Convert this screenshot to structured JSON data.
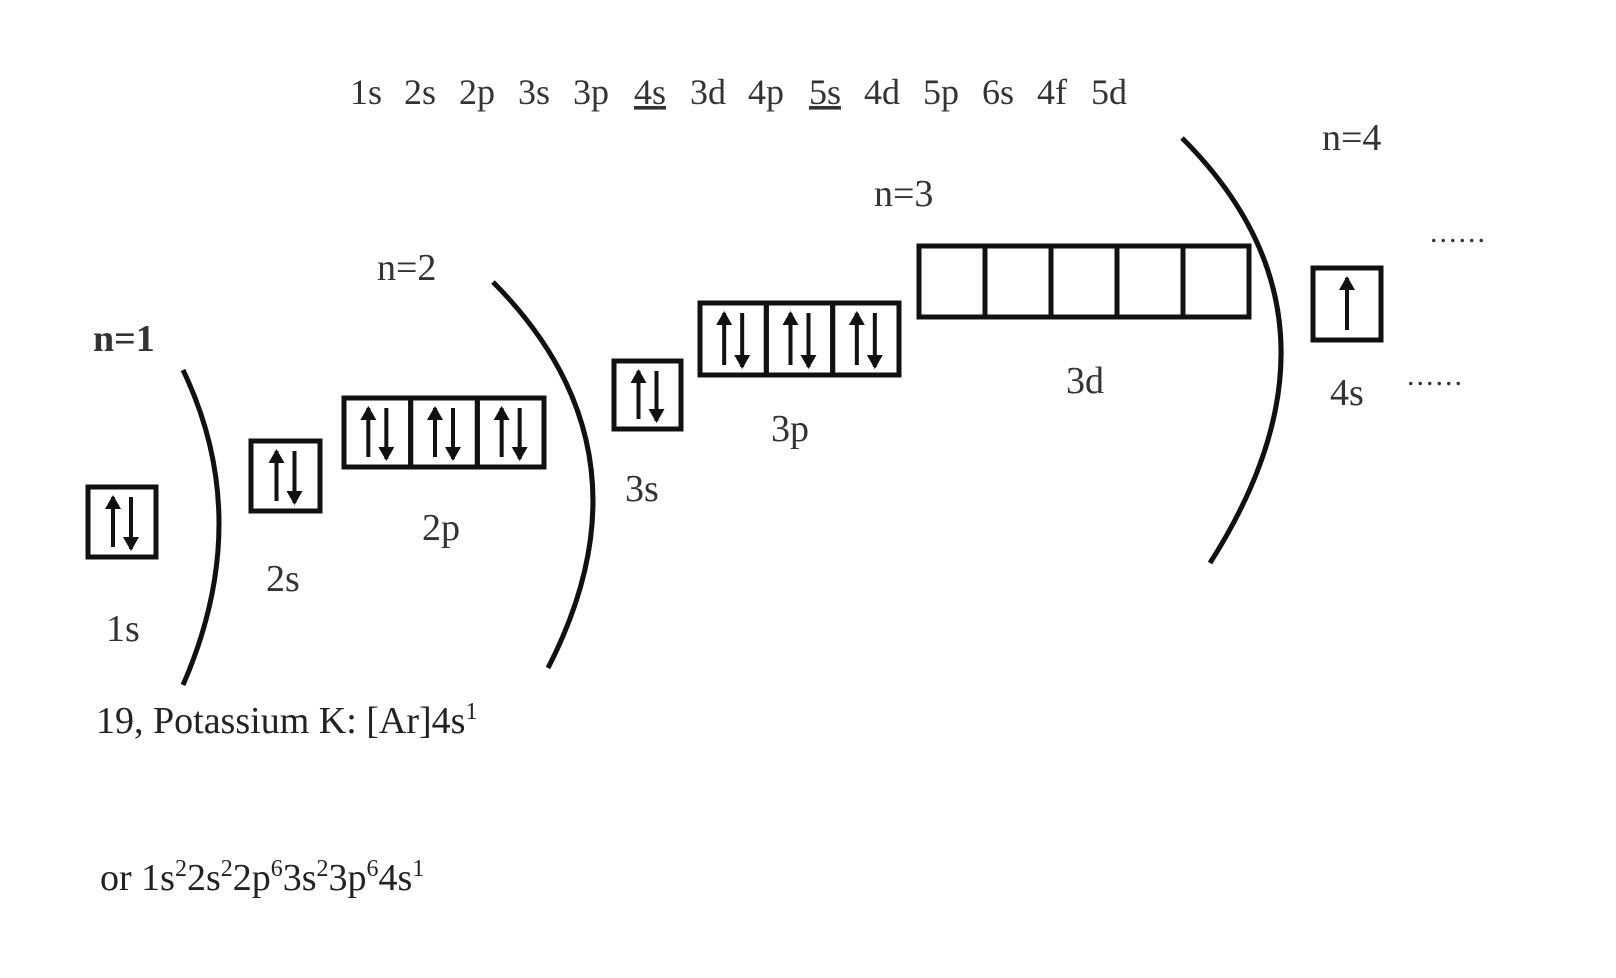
{
  "filling_order": [
    {
      "label": "1s",
      "underline": false
    },
    {
      "label": "2s",
      "underline": false
    },
    {
      "label": "2p",
      "underline": false
    },
    {
      "label": "3s",
      "underline": false
    },
    {
      "label": "3p",
      "underline": false
    },
    {
      "label": "4s",
      "underline": true
    },
    {
      "label": "3d",
      "underline": false
    },
    {
      "label": "4p",
      "underline": false
    },
    {
      "label": "5s",
      "underline": true
    },
    {
      "label": "4d",
      "underline": false
    },
    {
      "label": "5p",
      "underline": false
    },
    {
      "label": "6s",
      "underline": false
    },
    {
      "label": "4f",
      "underline": false
    },
    {
      "label": "5d",
      "underline": false
    }
  ],
  "shells": [
    {
      "label": "n=1",
      "bold": true
    },
    {
      "label": "n=2",
      "bold": false
    },
    {
      "label": "n=3",
      "bold": false
    },
    {
      "label": "n=4",
      "bold": false
    }
  ],
  "orbitals": [
    {
      "label": "1s",
      "boxes": [
        2
      ]
    },
    {
      "label": "2s",
      "boxes": [
        2
      ]
    },
    {
      "label": "2p",
      "boxes": [
        2,
        2,
        2
      ]
    },
    {
      "label": "3s",
      "boxes": [
        2
      ]
    },
    {
      "label": "3p",
      "boxes": [
        2,
        2,
        2
      ]
    },
    {
      "label": "3d",
      "boxes": [
        0,
        0,
        0,
        0,
        0
      ]
    },
    {
      "label": "4s",
      "boxes": [
        1
      ]
    }
  ],
  "continuation": [
    "......",
    "......"
  ],
  "element_line": {
    "text": "19, Potassium K: [Ar]4s",
    "sup": "1"
  },
  "full_config": {
    "prefix": "or ",
    "terms": [
      {
        "t": "1s",
        "sup": "2"
      },
      {
        "t": "2s",
        "sup": "2"
      },
      {
        "t": "2p",
        "sup": "6"
      },
      {
        "t": "3s",
        "sup": "2"
      },
      {
        "t": "3p",
        "sup": "6"
      },
      {
        "t": "4s",
        "sup": "1"
      }
    ]
  }
}
